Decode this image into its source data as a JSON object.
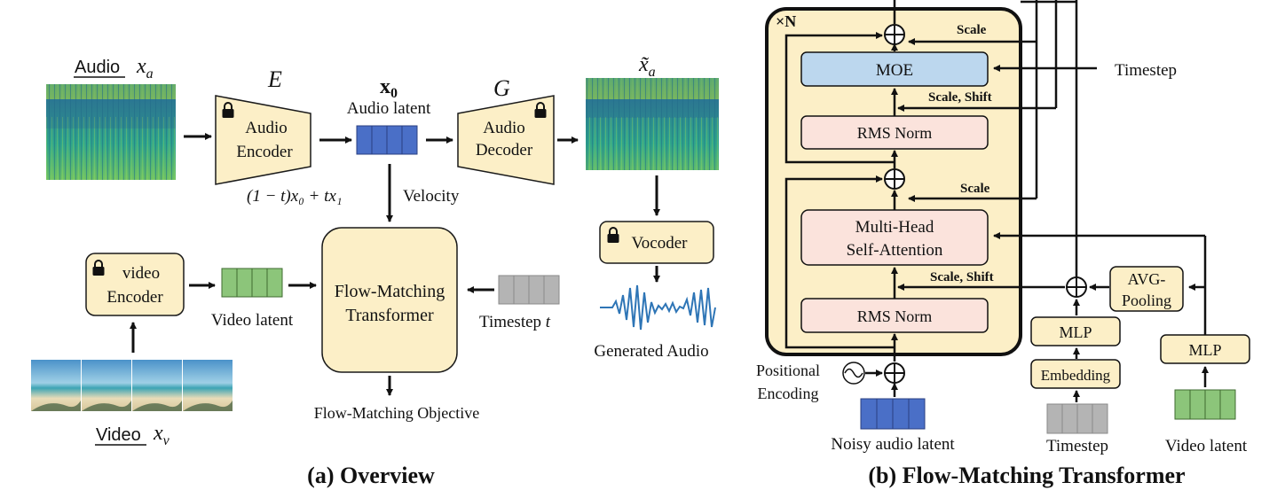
{
  "overview": {
    "caption": "(a) Overview",
    "audio_word": "Audio",
    "audio_symbol": "x",
    "audio_symbol_sub": "a",
    "encoder_symbol": "E",
    "decoder_symbol": "G",
    "latent_symbol": "x",
    "latent_symbol_sub": "0",
    "audio_latent_label": "Audio latent",
    "audio_encoder_line1": "Audio",
    "audio_encoder_line2": "Encoder",
    "audio_decoder_line1": "Audio",
    "audio_decoder_line2": "Decoder",
    "output_symbol": "x̃",
    "output_symbol_sub": "a",
    "interpolation_formula": "(1 − t)x₀ + tx₁",
    "velocity_label": "Velocity",
    "vocoder_label": "Vocoder",
    "generated_audio_label": "Generated Audio",
    "video_encoder_line1": "video",
    "video_encoder_line2": "Encoder",
    "video_latent_label": "Video latent",
    "fm_line1": "Flow-Matching",
    "fm_line2": "Transformer",
    "timestep_label": "Timestep",
    "timestep_symbol": "t",
    "objective_label": "Flow-Matching Objective",
    "video_word": "Video",
    "video_symbol": "x",
    "video_symbol_sub": "v"
  },
  "transformer": {
    "caption": "(b) Flow-Matching Transformer",
    "repeat_label": "×N",
    "scale_top": "Scale",
    "moe_label": "MOE",
    "timestep_right": "Timestep",
    "scale_shift_top": "Scale, Shift",
    "rms_norm_top": "RMS Norm",
    "scale_mid": "Scale",
    "mhsa_line1": "Multi-Head",
    "mhsa_line2": "Self-Attention",
    "scale_shift_bottom": "Scale, Shift",
    "rms_norm_bottom": "RMS Norm",
    "avg_pool_line1": "AVG-",
    "avg_pool_line2": "Pooling",
    "mlp_timestep": "MLP",
    "mlp_video": "MLP",
    "embedding_label": "Embedding",
    "pos_enc_line1": "Positional",
    "pos_enc_line2": "Encoding",
    "noisy_latent_label": "Noisy audio latent",
    "timestep_bottom": "Timestep",
    "video_latent_bottom": "Video latent"
  },
  "colors": {
    "block_fill": "#fcefc7",
    "block_stroke": "#1a1a1a",
    "latent_blue": "#4a6fc7",
    "latent_green": "#8cc57a",
    "latent_gray": "#b4b4b4",
    "norm_fill": "#fbe3dc",
    "moe_fill": "#bcd7ee",
    "spectrogram_base": "#2f9e8f"
  },
  "icons": [
    "lock-icon",
    "sine-wave-icon",
    "plus-circle-icon",
    "arrow-icon"
  ]
}
